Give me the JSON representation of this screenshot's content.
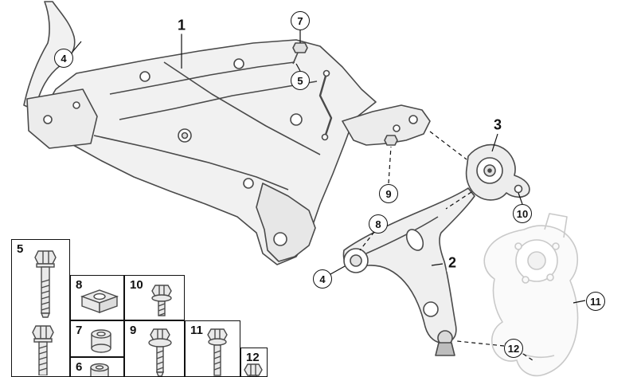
{
  "diagram": {
    "colors": {
      "background": "#ffffff",
      "line": "#4a4a4a",
      "ghost_part": "#c9c9c9",
      "callout_border": "#111111"
    },
    "callouts": [
      {
        "label": "4",
        "shape": "circle"
      },
      {
        "label": "1",
        "shape": "plain"
      },
      {
        "label": "7",
        "shape": "circle"
      },
      {
        "label": "5",
        "shape": "circle"
      },
      {
        "label": "3",
        "shape": "plain"
      },
      {
        "label": "9",
        "shape": "circle"
      },
      {
        "label": "10",
        "shape": "circle"
      },
      {
        "label": "8",
        "shape": "circle"
      },
      {
        "label": "4",
        "shape": "circle"
      },
      {
        "label": "2",
        "shape": "plain"
      },
      {
        "label": "11",
        "shape": "circle"
      },
      {
        "label": "12",
        "shape": "circle"
      }
    ]
  },
  "legend": {
    "boxes": [
      {
        "label": "5",
        "icon": "long-bolts-icon"
      },
      {
        "label": "8",
        "icon": "square-nut-icon"
      },
      {
        "label": "10",
        "icon": "small-screw-icon"
      },
      {
        "label": "7",
        "icon": "bushing-sleeve-icon"
      },
      {
        "label": "9",
        "icon": "washer-bolt-icon"
      },
      {
        "label": "11",
        "icon": "flange-bolt-icon"
      },
      {
        "label": "6",
        "icon": "spacer-sleeve-icon"
      },
      {
        "label": "12",
        "icon": "bolt-head-icon"
      }
    ]
  }
}
